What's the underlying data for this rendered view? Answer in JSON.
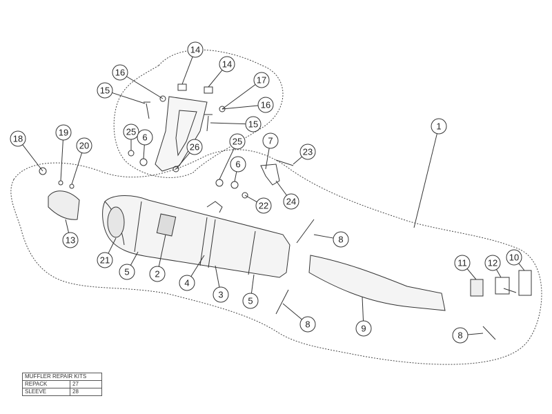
{
  "callouts": [
    "14",
    "14",
    "16",
    "17",
    "15",
    "16",
    "15",
    "1",
    "18",
    "19",
    "20",
    "25",
    "6",
    "26",
    "25",
    "7",
    "23",
    "6",
    "22",
    "24",
    "13",
    "8",
    "21",
    "5",
    "2",
    "4",
    "3",
    "5",
    "11",
    "12",
    "10",
    "8",
    "9",
    "8"
  ],
  "repair_kits": {
    "title": "MUFFLER REPAIR KITS",
    "rows": [
      {
        "name": "REPACK",
        "part": "27"
      },
      {
        "name": "SLEEVE",
        "part": "28"
      }
    ]
  },
  "colors": {
    "line": "#333333",
    "dotted": "#444444"
  }
}
